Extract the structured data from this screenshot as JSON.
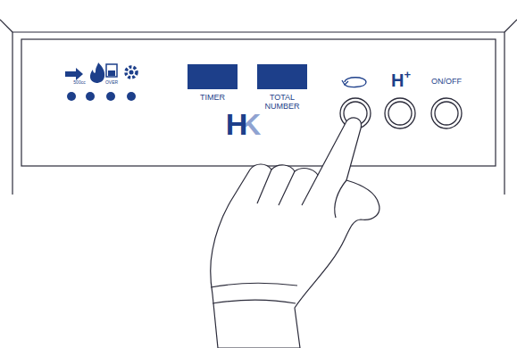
{
  "diagram": {
    "nodes": [
      {
        "text": [
          "TIMER"
        ]
      },
      {
        "text": [
          "TOTAL NUMBER"
        ]
      },
      {
        "text": [
          "H",
          "+"
        ]
      },
      {
        "text": [
          "ON/OFF"
        ]
      }
    ],
    "labels": [
      "500cc",
      "OVER",
      "H",
      "K"
    ]
  }
}
